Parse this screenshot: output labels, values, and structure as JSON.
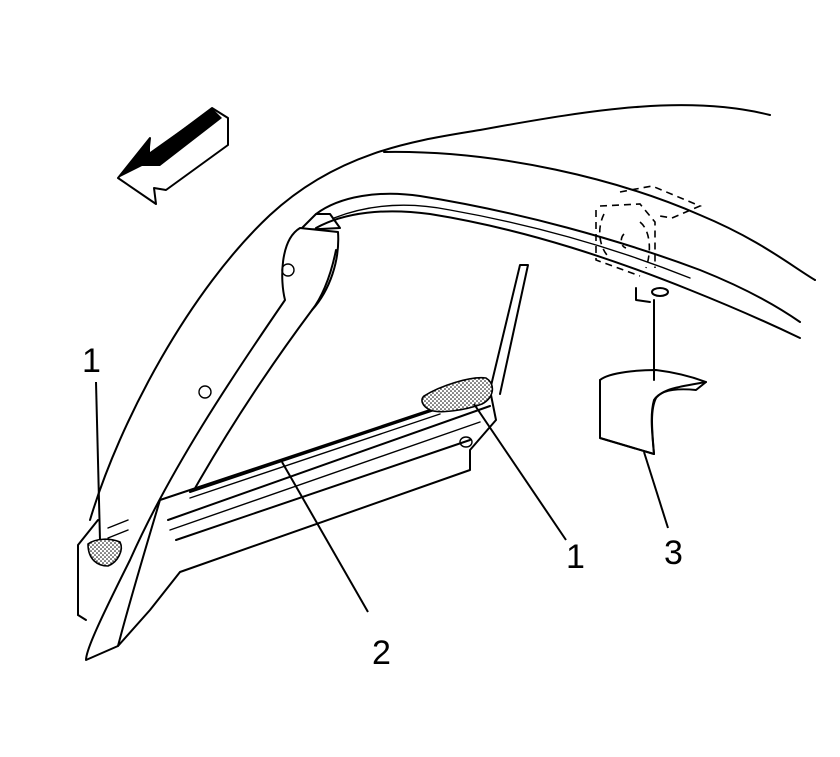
{
  "callouts": [
    {
      "id": "left-clip",
      "text": "1"
    },
    {
      "id": "retainer-strip",
      "text": "2"
    },
    {
      "id": "right-clip",
      "text": "1"
    },
    {
      "id": "bracket",
      "text": "3"
    }
  ]
}
